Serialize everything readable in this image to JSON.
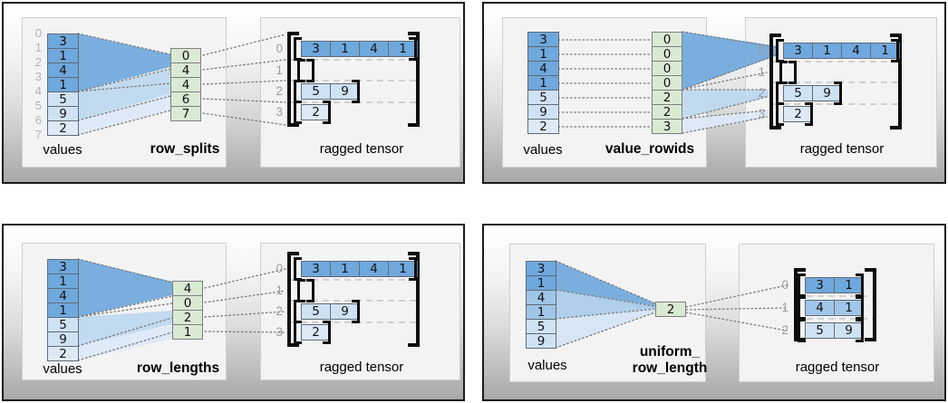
{
  "colors": {
    "dark_blue": "#6fa8dc",
    "medium_blue": "#9fc5e8",
    "light_blue": "#cfe2f3",
    "pale_blue": "#ddeaf6",
    "green": "#d9ead3"
  },
  "panels": [
    {
      "name": "row_splits",
      "values_label": "values",
      "partition_label": "row_splits",
      "tensor_label": "ragged tensor",
      "value_indices": [
        "0",
        "1",
        "2",
        "3",
        "4",
        "5",
        "6",
        "7"
      ],
      "values": [
        "3",
        "1",
        "4",
        "1",
        "5",
        "9",
        "2"
      ],
      "partition": [
        "0",
        "4",
        "4",
        "6",
        "7"
      ],
      "row_indices": [
        "0",
        "1",
        "2",
        "3"
      ],
      "rows": [
        [
          "3",
          "1",
          "4",
          "1"
        ],
        [],
        [
          "5",
          "9"
        ],
        [
          "2"
        ]
      ]
    },
    {
      "name": "value_rowids",
      "values_label": "values",
      "partition_label": "value_rowids",
      "tensor_label": "ragged tensor",
      "values": [
        "3",
        "1",
        "4",
        "1",
        "5",
        "9",
        "2"
      ],
      "partition": [
        "0",
        "0",
        "0",
        "0",
        "2",
        "2",
        "3"
      ],
      "row_indices": [
        "0",
        "1",
        "2",
        "3"
      ],
      "rows": [
        [
          "3",
          "1",
          "4",
          "1"
        ],
        [],
        [
          "5",
          "9"
        ],
        [
          "2"
        ]
      ]
    },
    {
      "name": "row_lengths",
      "values_label": "values",
      "partition_label": "row_lengths",
      "tensor_label": "ragged tensor",
      "values": [
        "3",
        "1",
        "4",
        "1",
        "5",
        "9",
        "2"
      ],
      "partition": [
        "4",
        "0",
        "2",
        "1"
      ],
      "row_indices": [
        "0",
        "1",
        "2",
        "3"
      ],
      "rows": [
        [
          "3",
          "1",
          "4",
          "1"
        ],
        [],
        [
          "5",
          "9"
        ],
        [
          "2"
        ]
      ]
    },
    {
      "name": "uniform_row_length",
      "values_label": "values",
      "partition_label_line1": "uniform_",
      "partition_label_line2": "row_length",
      "tensor_label": "ragged tensor",
      "values": [
        "3",
        "1",
        "4",
        "1",
        "5",
        "9"
      ],
      "partition": [
        "2"
      ],
      "row_indices": [
        "0",
        "1",
        "2"
      ],
      "rows": [
        [
          "3",
          "1"
        ],
        [
          "4",
          "1"
        ],
        [
          "5",
          "9"
        ]
      ]
    }
  ]
}
